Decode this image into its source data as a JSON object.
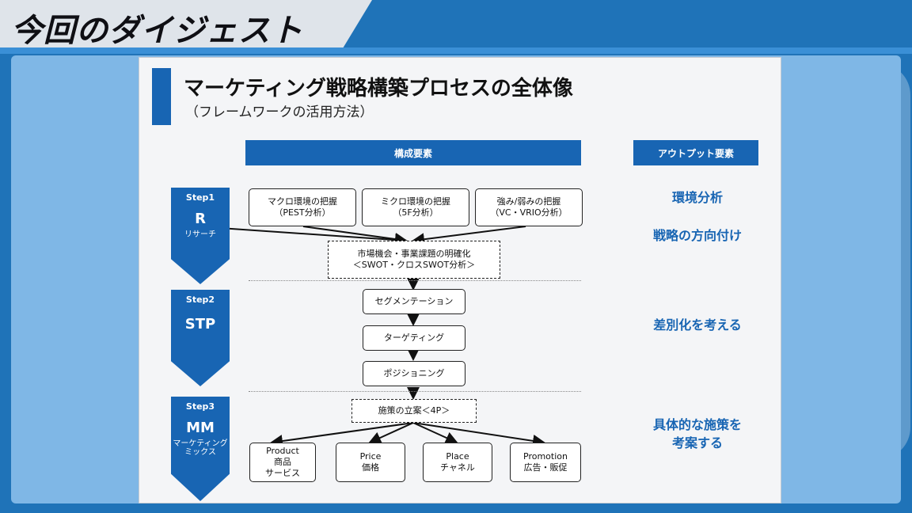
{
  "banner": {
    "title": "今回のダイジェスト"
  },
  "slide": {
    "title": "マーケティング戦略構築プロセスの全体像",
    "subtitle": "（フレームワークの活用方法）",
    "headers": {
      "components": "構成要素",
      "outputs": "アウトプット要素"
    },
    "steps": [
      {
        "no": "Step1",
        "code": "R",
        "sub": "リサーチ"
      },
      {
        "no": "Step2",
        "code": "STP",
        "sub": ""
      },
      {
        "no": "Step3",
        "code": "MM",
        "sub": "マーケティング\nミックス"
      }
    ],
    "research_boxes": [
      {
        "line1": "マクロ環境の把握",
        "line2": "（PEST分析）"
      },
      {
        "line1": "ミクロ環境の把握",
        "line2": "（5F分析）"
      },
      {
        "line1": "強み/弱みの把握",
        "line2": "（VC・VRIO分析）"
      }
    ],
    "swot_box": {
      "line1": "市場機会・事業課題の明確化",
      "line2": "＜SWOT・クロスSWOT分析＞"
    },
    "stp_boxes": [
      "セグメンテーション",
      "ターゲティング",
      "ポジショニング"
    ],
    "plan_box": "施策の立案＜4P＞",
    "mix_boxes": [
      {
        "line1": "Product",
        "line2": "商品",
        "line3": "サービス"
      },
      {
        "line1": "Price",
        "line2": "価格",
        "line3": ""
      },
      {
        "line1": "Place",
        "line2": "チャネル",
        "line3": ""
      },
      {
        "line1": "Promotion",
        "line2": "広告・販促",
        "line3": ""
      }
    ],
    "outputs": [
      "環境分析",
      "戦略の方向付け",
      "差別化を考える",
      "具体的な施策を",
      "考案する"
    ]
  }
}
